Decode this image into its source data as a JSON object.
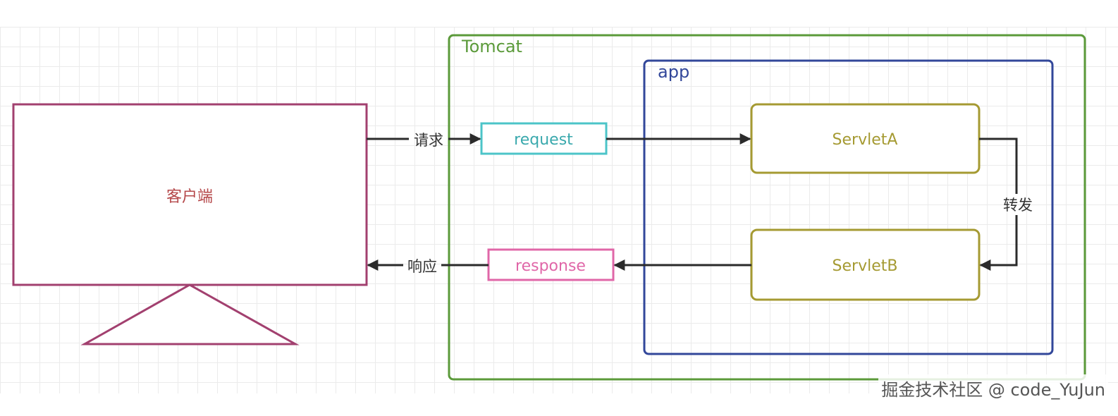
{
  "colors": {
    "client": "#a2406f",
    "client_text": "#b5484a",
    "tomcat": "#5b9a3a",
    "app": "#32479a",
    "request": "#4cc4c8",
    "response": "#e067a8",
    "servlet": "#a59a32",
    "arrow": "#2b2b2b",
    "edge_label": "#333333"
  },
  "diagram": {
    "client_label": "客户端",
    "tomcat_label": "Tomcat",
    "app_label": "app",
    "request_label": "request",
    "response_label": "response",
    "servlet_a_label": "ServletA",
    "servlet_b_label": "ServletB",
    "edges": {
      "request_edge": "请求",
      "response_edge": "响应",
      "forward_edge": "转发"
    }
  },
  "watermark": "掘金技术社区 @ code_YuJun"
}
